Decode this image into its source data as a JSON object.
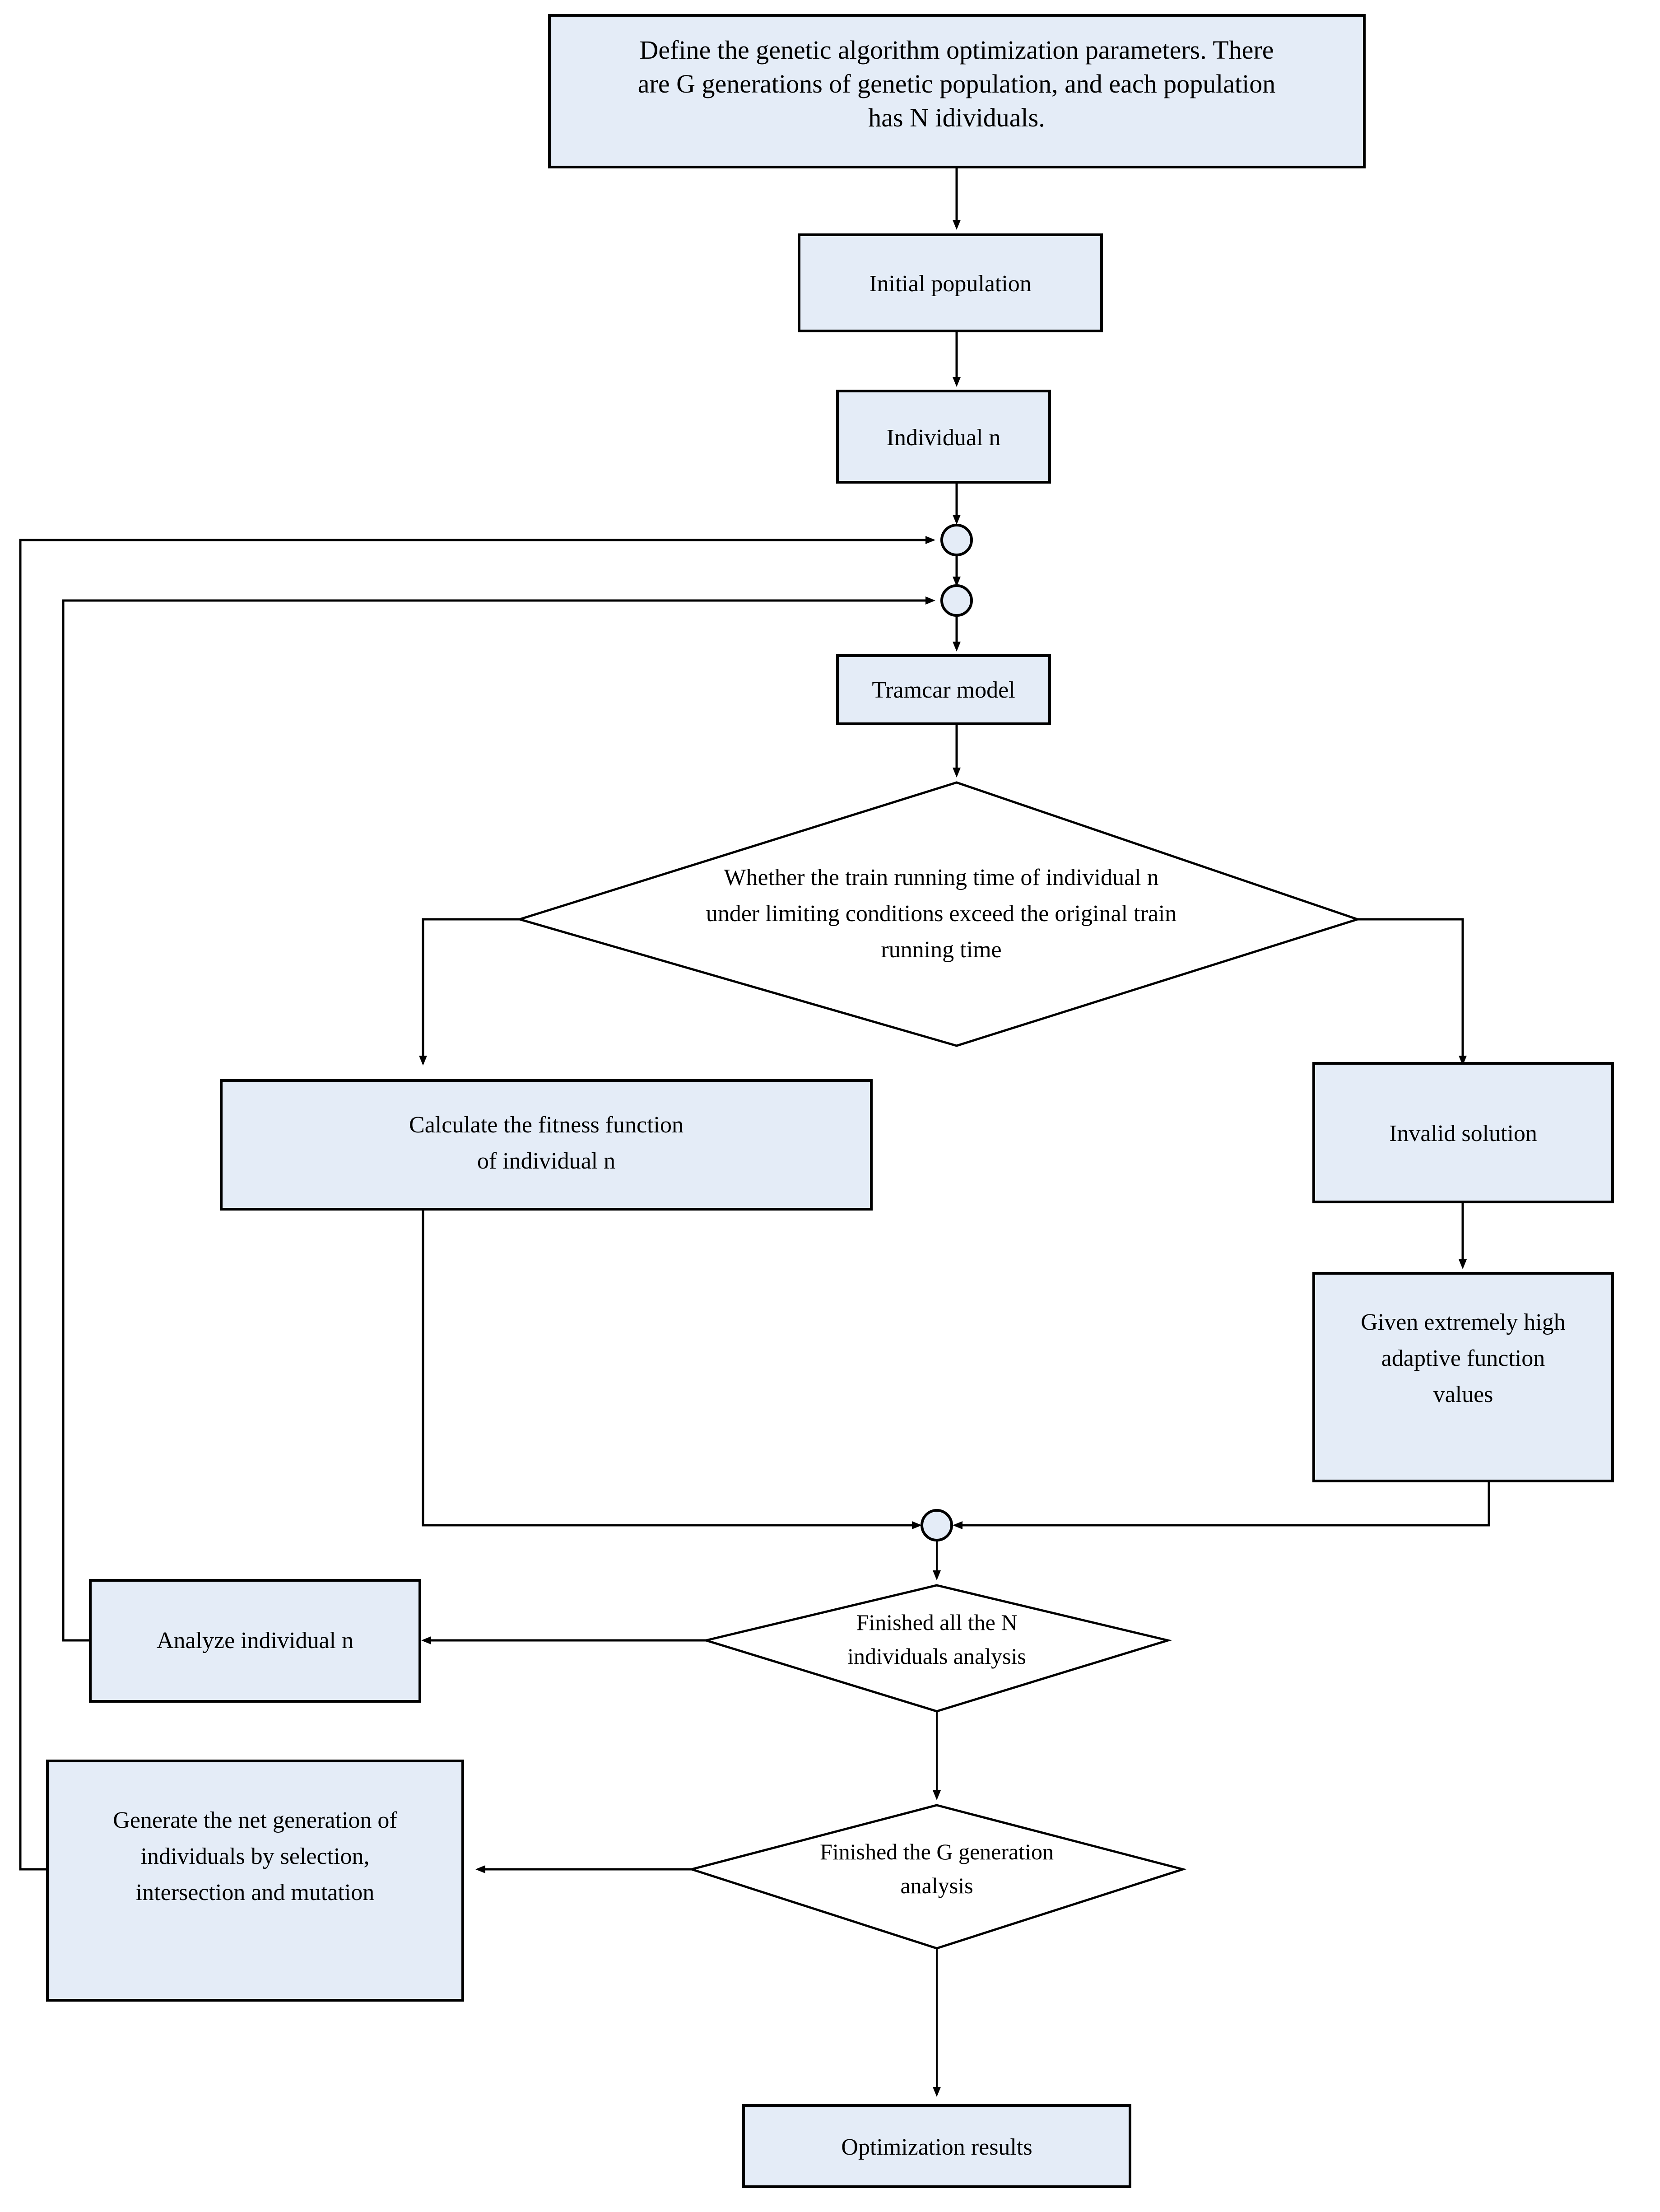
{
  "diagram": {
    "title": "Genetic algorithm optimization flowchart",
    "colors": {
      "node_fill": "#e4ecf7",
      "node_stroke": "#000000",
      "diamond_fill": "#ffffff",
      "background": "#ffffff"
    },
    "nodes": {
      "define_params": {
        "type": "process",
        "lines": [
          "Define the genetic algorithm optimization parameters. There",
          "are G generations of genetic population, and each population",
          "has N idividuals."
        ]
      },
      "initial_population": {
        "type": "process",
        "lines": [
          "Initial population"
        ]
      },
      "individual_n": {
        "type": "process",
        "lines": [
          "Individual n"
        ]
      },
      "merge_outer": {
        "type": "connector",
        "lines": []
      },
      "merge_inner": {
        "type": "connector",
        "lines": []
      },
      "tramcar_model": {
        "type": "process",
        "lines": [
          "Tramcar model"
        ]
      },
      "time_decision": {
        "type": "decision",
        "lines": [
          "Whether the train running time of individual n",
          "under limiting conditions exceed the original train",
          "running time"
        ]
      },
      "calculate_fitness": {
        "type": "process",
        "lines": [
          "Calculate the fitness function",
          "of individual n"
        ]
      },
      "invalid_solution": {
        "type": "process",
        "lines": [
          "Invalid solution"
        ]
      },
      "high_adaptive": {
        "type": "process",
        "lines": [
          "Given extremely high",
          "adaptive function",
          "values"
        ]
      },
      "merge_bottom": {
        "type": "connector",
        "lines": []
      },
      "finished_n": {
        "type": "decision",
        "lines": [
          "Finished all the N",
          "individuals analysis"
        ]
      },
      "analyze_individual": {
        "type": "process",
        "lines": [
          "Analyze individual n"
        ]
      },
      "finished_g": {
        "type": "decision",
        "lines": [
          "Finished the G generation",
          "analysis"
        ]
      },
      "generate_next": {
        "type": "process",
        "lines": [
          "Generate the net generation of",
          "individuals by selection,",
          "intersection and mutation"
        ]
      },
      "optimization_results": {
        "type": "process",
        "lines": [
          "Optimization results"
        ]
      }
    },
    "edges": [
      {
        "name": "define-to-initial",
        "from": "define_params",
        "to": "initial_population",
        "arrow": true
      },
      {
        "name": "initial-to-individual",
        "from": "initial_population",
        "to": "individual_n",
        "arrow": true
      },
      {
        "name": "individual-to-merge-outer",
        "from": "individual_n",
        "to": "merge_outer",
        "arrow": true
      },
      {
        "name": "merge-outer-to-merge-inner",
        "from": "merge_outer",
        "to": "merge_inner",
        "arrow": true
      },
      {
        "name": "merge-inner-to-tramcar",
        "from": "merge_inner",
        "to": "tramcar_model",
        "arrow": true
      },
      {
        "name": "tramcar-to-decision",
        "from": "tramcar_model",
        "to": "time_decision",
        "arrow": true
      },
      {
        "name": "decision-left-to-fitness",
        "from": "time_decision",
        "to": "calculate_fitness",
        "arrow": true
      },
      {
        "name": "decision-right-to-invalid",
        "from": "time_decision",
        "to": "invalid_solution",
        "arrow": true
      },
      {
        "name": "invalid-to-adaptive",
        "from": "invalid_solution",
        "to": "high_adaptive",
        "arrow": true
      },
      {
        "name": "fitness-to-merge-bottom",
        "from": "calculate_fitness",
        "to": "merge_bottom",
        "arrow": true
      },
      {
        "name": "adaptive-to-merge-bottom",
        "from": "high_adaptive",
        "to": "merge_bottom",
        "arrow": true
      },
      {
        "name": "merge-bottom-to-finished-n",
        "from": "merge_bottom",
        "to": "finished_n",
        "arrow": true
      },
      {
        "name": "finished-n-to-analyze",
        "from": "finished_n",
        "to": "analyze_individual",
        "arrow": true
      },
      {
        "name": "analyze-to-merge-inner-loop",
        "from": "analyze_individual",
        "to": "merge_inner",
        "arrow": true
      },
      {
        "name": "finished-n-to-finished-g",
        "from": "finished_n",
        "to": "finished_g",
        "arrow": true
      },
      {
        "name": "finished-g-to-generate",
        "from": "finished_g",
        "to": "generate_next",
        "arrow": true
      },
      {
        "name": "generate-to-merge-outer-loop",
        "from": "generate_next",
        "to": "merge_outer",
        "arrow": true
      },
      {
        "name": "finished-g-to-results",
        "from": "finished_g",
        "to": "optimization_results",
        "arrow": true
      }
    ]
  }
}
